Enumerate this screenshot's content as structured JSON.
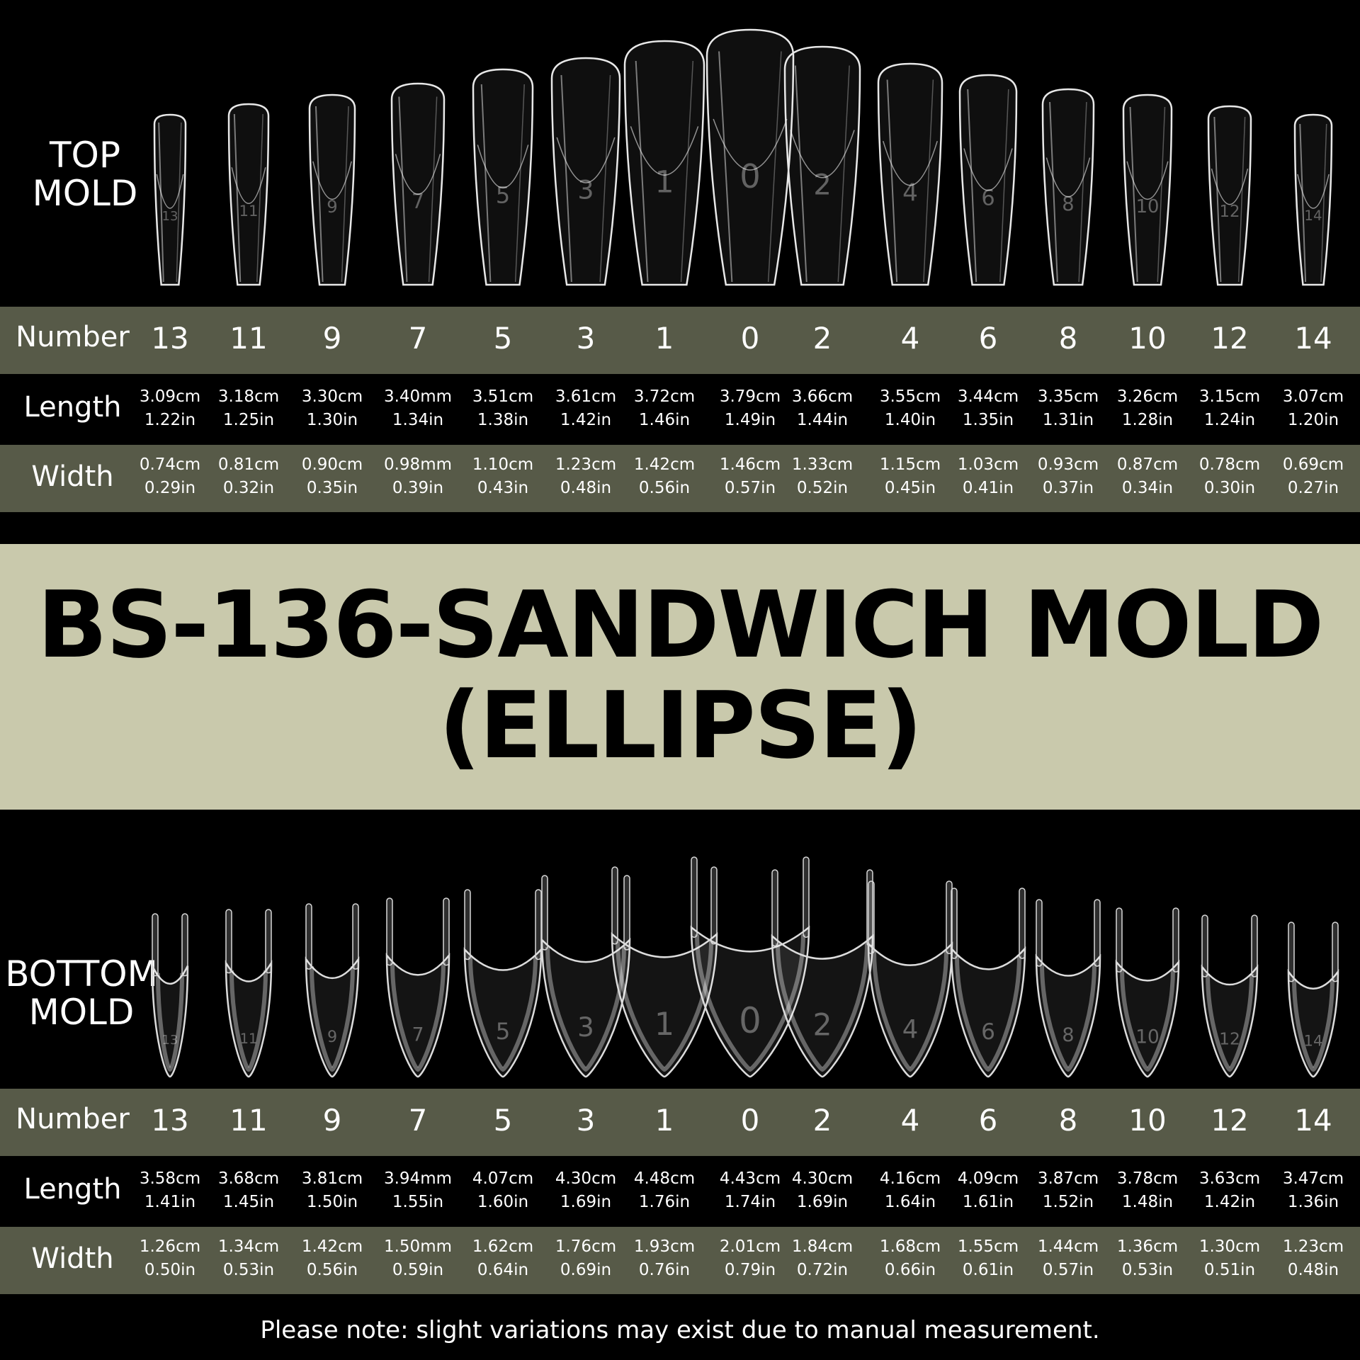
{
  "top": {
    "label_line1": "TOP",
    "label_line2": "MOLD",
    "numbers": [
      "13",
      "11",
      "9",
      "7",
      "5",
      "3",
      "1",
      "0",
      "2",
      "4",
      "6",
      "8",
      "10",
      "12",
      "14"
    ],
    "length": [
      [
        "3.09cm",
        "1.22in"
      ],
      [
        "3.18cm",
        "1.25in"
      ],
      [
        "3.30cm",
        "1.30in"
      ],
      [
        "3.40mm",
        "1.34in"
      ],
      [
        "3.51cm",
        "1.38in"
      ],
      [
        "3.61cm",
        "1.42in"
      ],
      [
        "3.72cm",
        "1.46in"
      ],
      [
        "3.79cm",
        "1.49in"
      ],
      [
        "3.66cm",
        "1.44in"
      ],
      [
        "3.55cm",
        "1.40in"
      ],
      [
        "3.44cm",
        "1.35in"
      ],
      [
        "3.35cm",
        "1.31in"
      ],
      [
        "3.26cm",
        "1.28in"
      ],
      [
        "3.15cm",
        "1.24in"
      ],
      [
        "3.07cm",
        "1.20in"
      ]
    ],
    "width": [
      [
        "0.74cm",
        "0.29in"
      ],
      [
        "0.81cm",
        "0.32in"
      ],
      [
        "0.90cm",
        "0.35in"
      ],
      [
        "0.98mm",
        "0.39in"
      ],
      [
        "1.10cm",
        "0.43in"
      ],
      [
        "1.23cm",
        "0.48in"
      ],
      [
        "1.42cm",
        "0.56in"
      ],
      [
        "1.46cm",
        "0.57in"
      ],
      [
        "1.33cm",
        "0.52in"
      ],
      [
        "1.15cm",
        "0.45in"
      ],
      [
        "1.03cm",
        "0.41in"
      ],
      [
        "0.93cm",
        "0.37in"
      ],
      [
        "0.87cm",
        "0.34in"
      ],
      [
        "0.78cm",
        "0.30in"
      ],
      [
        "0.69cm",
        "0.27in"
      ]
    ]
  },
  "bottom": {
    "label_line1": "BOTTOM",
    "label_line2": "MOLD",
    "numbers": [
      "13",
      "11",
      "9",
      "7",
      "5",
      "3",
      "1",
      "0",
      "2",
      "4",
      "6",
      "8",
      "10",
      "12",
      "14"
    ],
    "length": [
      [
        "3.58cm",
        "1.41in"
      ],
      [
        "3.68cm",
        "1.45in"
      ],
      [
        "3.81cm",
        "1.50in"
      ],
      [
        "3.94mm",
        "1.55in"
      ],
      [
        "4.07cm",
        "1.60in"
      ],
      [
        "4.30cm",
        "1.69in"
      ],
      [
        "4.48cm",
        "1.76in"
      ],
      [
        "4.43cm",
        "1.74in"
      ],
      [
        "4.30cm",
        "1.69in"
      ],
      [
        "4.16cm",
        "1.64in"
      ],
      [
        "4.09cm",
        "1.61in"
      ],
      [
        "3.87cm",
        "1.52in"
      ],
      [
        "3.78cm",
        "1.48in"
      ],
      [
        "3.63cm",
        "1.42in"
      ],
      [
        "3.47cm",
        "1.36in"
      ]
    ],
    "width": [
      [
        "1.26cm",
        "0.50in"
      ],
      [
        "1.34cm",
        "0.53in"
      ],
      [
        "1.42cm",
        "0.56in"
      ],
      [
        "1.50mm",
        "0.59in"
      ],
      [
        "1.62cm",
        "0.64in"
      ],
      [
        "1.76cm",
        "0.69in"
      ],
      [
        "1.93cm",
        "0.76in"
      ],
      [
        "2.01cm",
        "0.79in"
      ],
      [
        "1.84cm",
        "0.72in"
      ],
      [
        "1.68cm",
        "0.66in"
      ],
      [
        "1.55cm",
        "0.61in"
      ],
      [
        "1.44cm",
        "0.57in"
      ],
      [
        "1.36cm",
        "0.53in"
      ],
      [
        "1.30cm",
        "0.51in"
      ],
      [
        "1.23cm",
        "0.48in"
      ]
    ]
  },
  "labels": {
    "number": "Number",
    "length": "Length",
    "width": "Width"
  },
  "title": {
    "line1": "BS-136-SANDWICH MOLD",
    "line2": "(ELLIPSE)"
  },
  "footnote": "Please note: slight variations may exist due to manual measurement.",
  "colors": {
    "olive_band": "#575a48",
    "title_band": "#c9c9ac",
    "background": "#000000"
  }
}
